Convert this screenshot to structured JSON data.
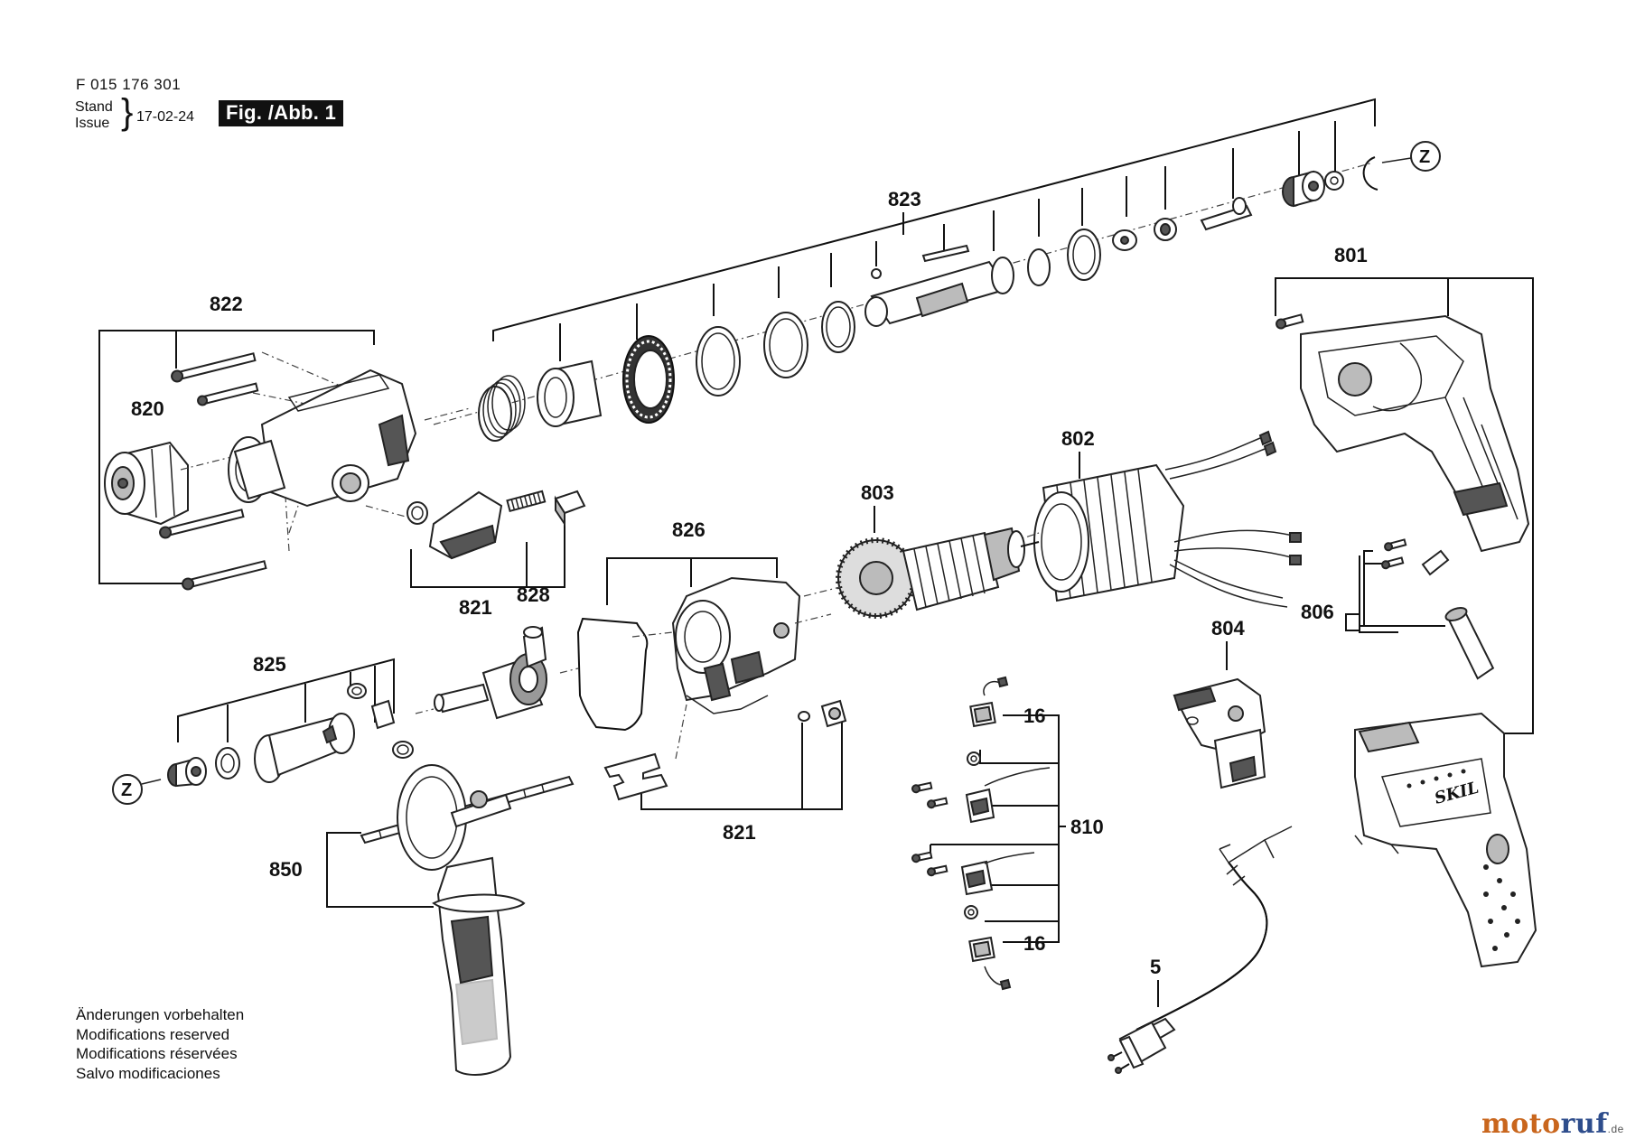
{
  "header": {
    "doc_number": "F 015 176 301",
    "stand_label": "Stand",
    "issue_label": "Issue",
    "brace": "}",
    "date": "17-02-24",
    "figure": "Fig. /Abb. 1"
  },
  "disclaimer": [
    "Änderungen vorbehalten",
    "Modifications reserved",
    "Modifications réservées",
    "Salvo modificaciones"
  ],
  "watermark": {
    "part_a": "moto",
    "part_b": "ruf",
    "suffix": ".de"
  },
  "connectors": {
    "z_right": "Z",
    "z_left": "Z"
  },
  "part_labels": {
    "p823": "823",
    "p822": "822",
    "p820": "820",
    "p821_top": "821",
    "p801": "801",
    "p802": "802",
    "p803": "803",
    "p826": "826",
    "p828": "828",
    "p825": "825",
    "p806": "806",
    "p804": "804",
    "p16_top": "16",
    "p810": "810",
    "p16_bottom": "16",
    "p821_bottom": "821",
    "p850": "850",
    "p5": "5"
  },
  "colors": {
    "ink": "#111111",
    "watermark_orange": "#c9661d",
    "watermark_blue": "#2e4d8c"
  }
}
